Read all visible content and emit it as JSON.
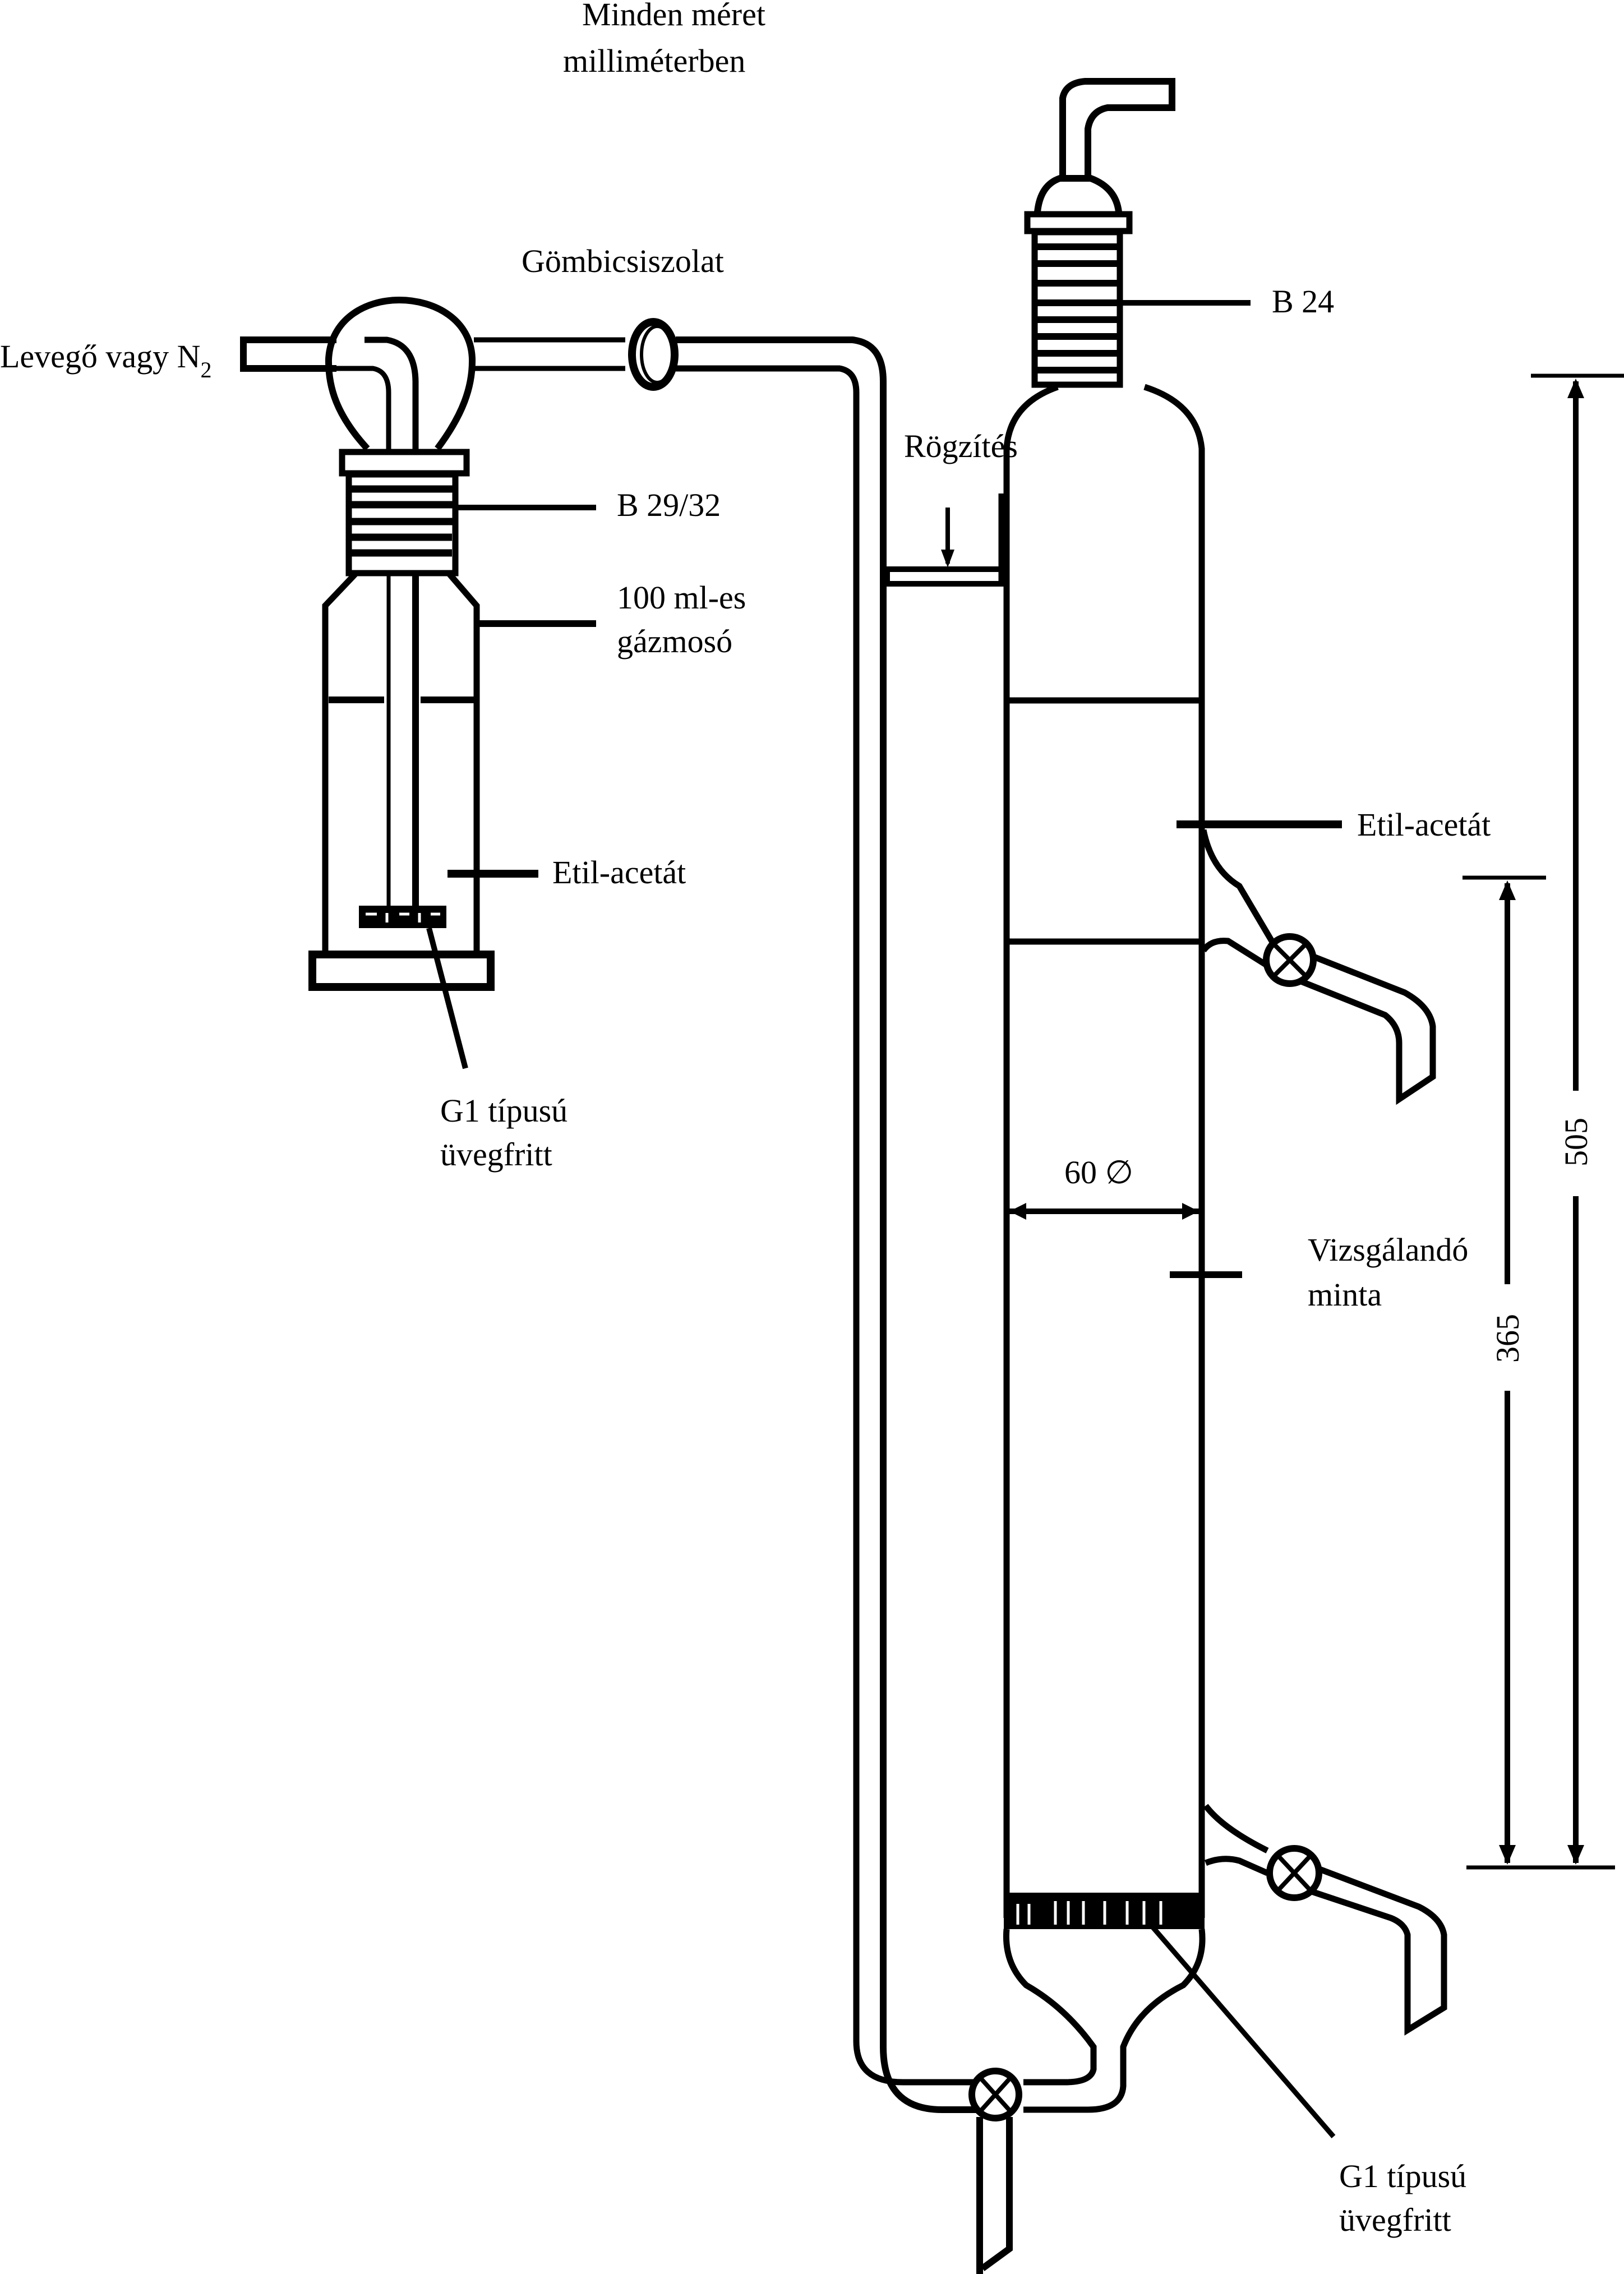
{
  "diagram": {
    "title_note": [
      "Minden méret",
      "milliméterben"
    ],
    "colors": {
      "line": "#000000",
      "background": "#ffffff"
    },
    "labels": {
      "inlet": "Levegő vagy N",
      "inlet_subscript": "2",
      "ball_joint": "Gömbicsiszolat",
      "joint_b2932": "B 29/32",
      "gas_washer": [
        "100 ml-es",
        "gázmosó"
      ],
      "washer_liquid": "Etil-acetát",
      "washer_frit": [
        "G1 típusú",
        "üvegfritt"
      ],
      "column_joint": "B 24",
      "clamp": "Rögzítés",
      "column_liquid": "Etil-acetát",
      "sample": [
        "Vizsgálandó",
        "minta"
      ],
      "column_frit": [
        "G1 típusú",
        "üvegfritt"
      ]
    },
    "dimensions": {
      "unit": "mm",
      "column_diameter": {
        "value": "60",
        "symbol": "∅"
      },
      "total_height": "505",
      "sample_height": "365"
    },
    "components": [
      "gas-inlet-tube",
      "gas-washer-bottle-100ml",
      "ball-joint",
      "return-tube",
      "extraction-column",
      "upper-stopcock",
      "lower-stopcock",
      "bottom-stopcock",
      "glass-frit-g1"
    ]
  }
}
